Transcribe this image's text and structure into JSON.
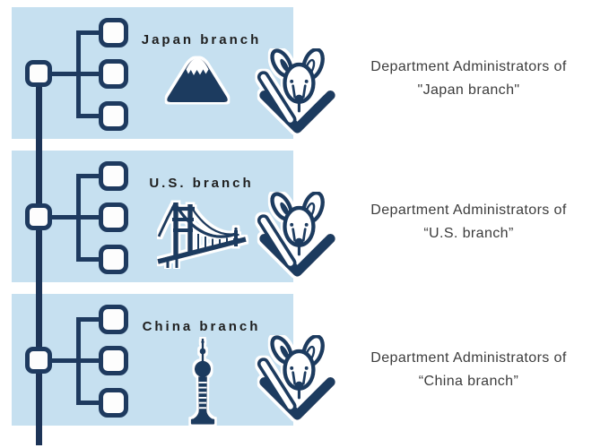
{
  "palette": {
    "panel_bg": "#c6e0f0",
    "navy": "#1e3a5f",
    "trunk_navy": "#1d3457",
    "node_fill": "#fdfdfd",
    "label_color": "#1f1f1f",
    "caption_color": "#3c3c3c"
  },
  "org_tree": {
    "children_per_branch": 3
  },
  "mascot_icon": "kangaroo-icon",
  "branches": [
    {
      "label": "Japan branch",
      "landmark_icon": "mount-fuji-icon",
      "caption_line1": "Department Administrators of",
      "caption_line2": "\"Japan branch\""
    },
    {
      "label": "U.S. branch",
      "landmark_icon": "golden-gate-bridge-icon",
      "caption_line1": "Department Administrators of",
      "caption_line2": "“U.S. branch”"
    },
    {
      "label": "China branch",
      "landmark_icon": "oriental-pearl-tower-icon",
      "caption_line1": "Department Administrators of",
      "caption_line2": "“China branch”"
    }
  ]
}
